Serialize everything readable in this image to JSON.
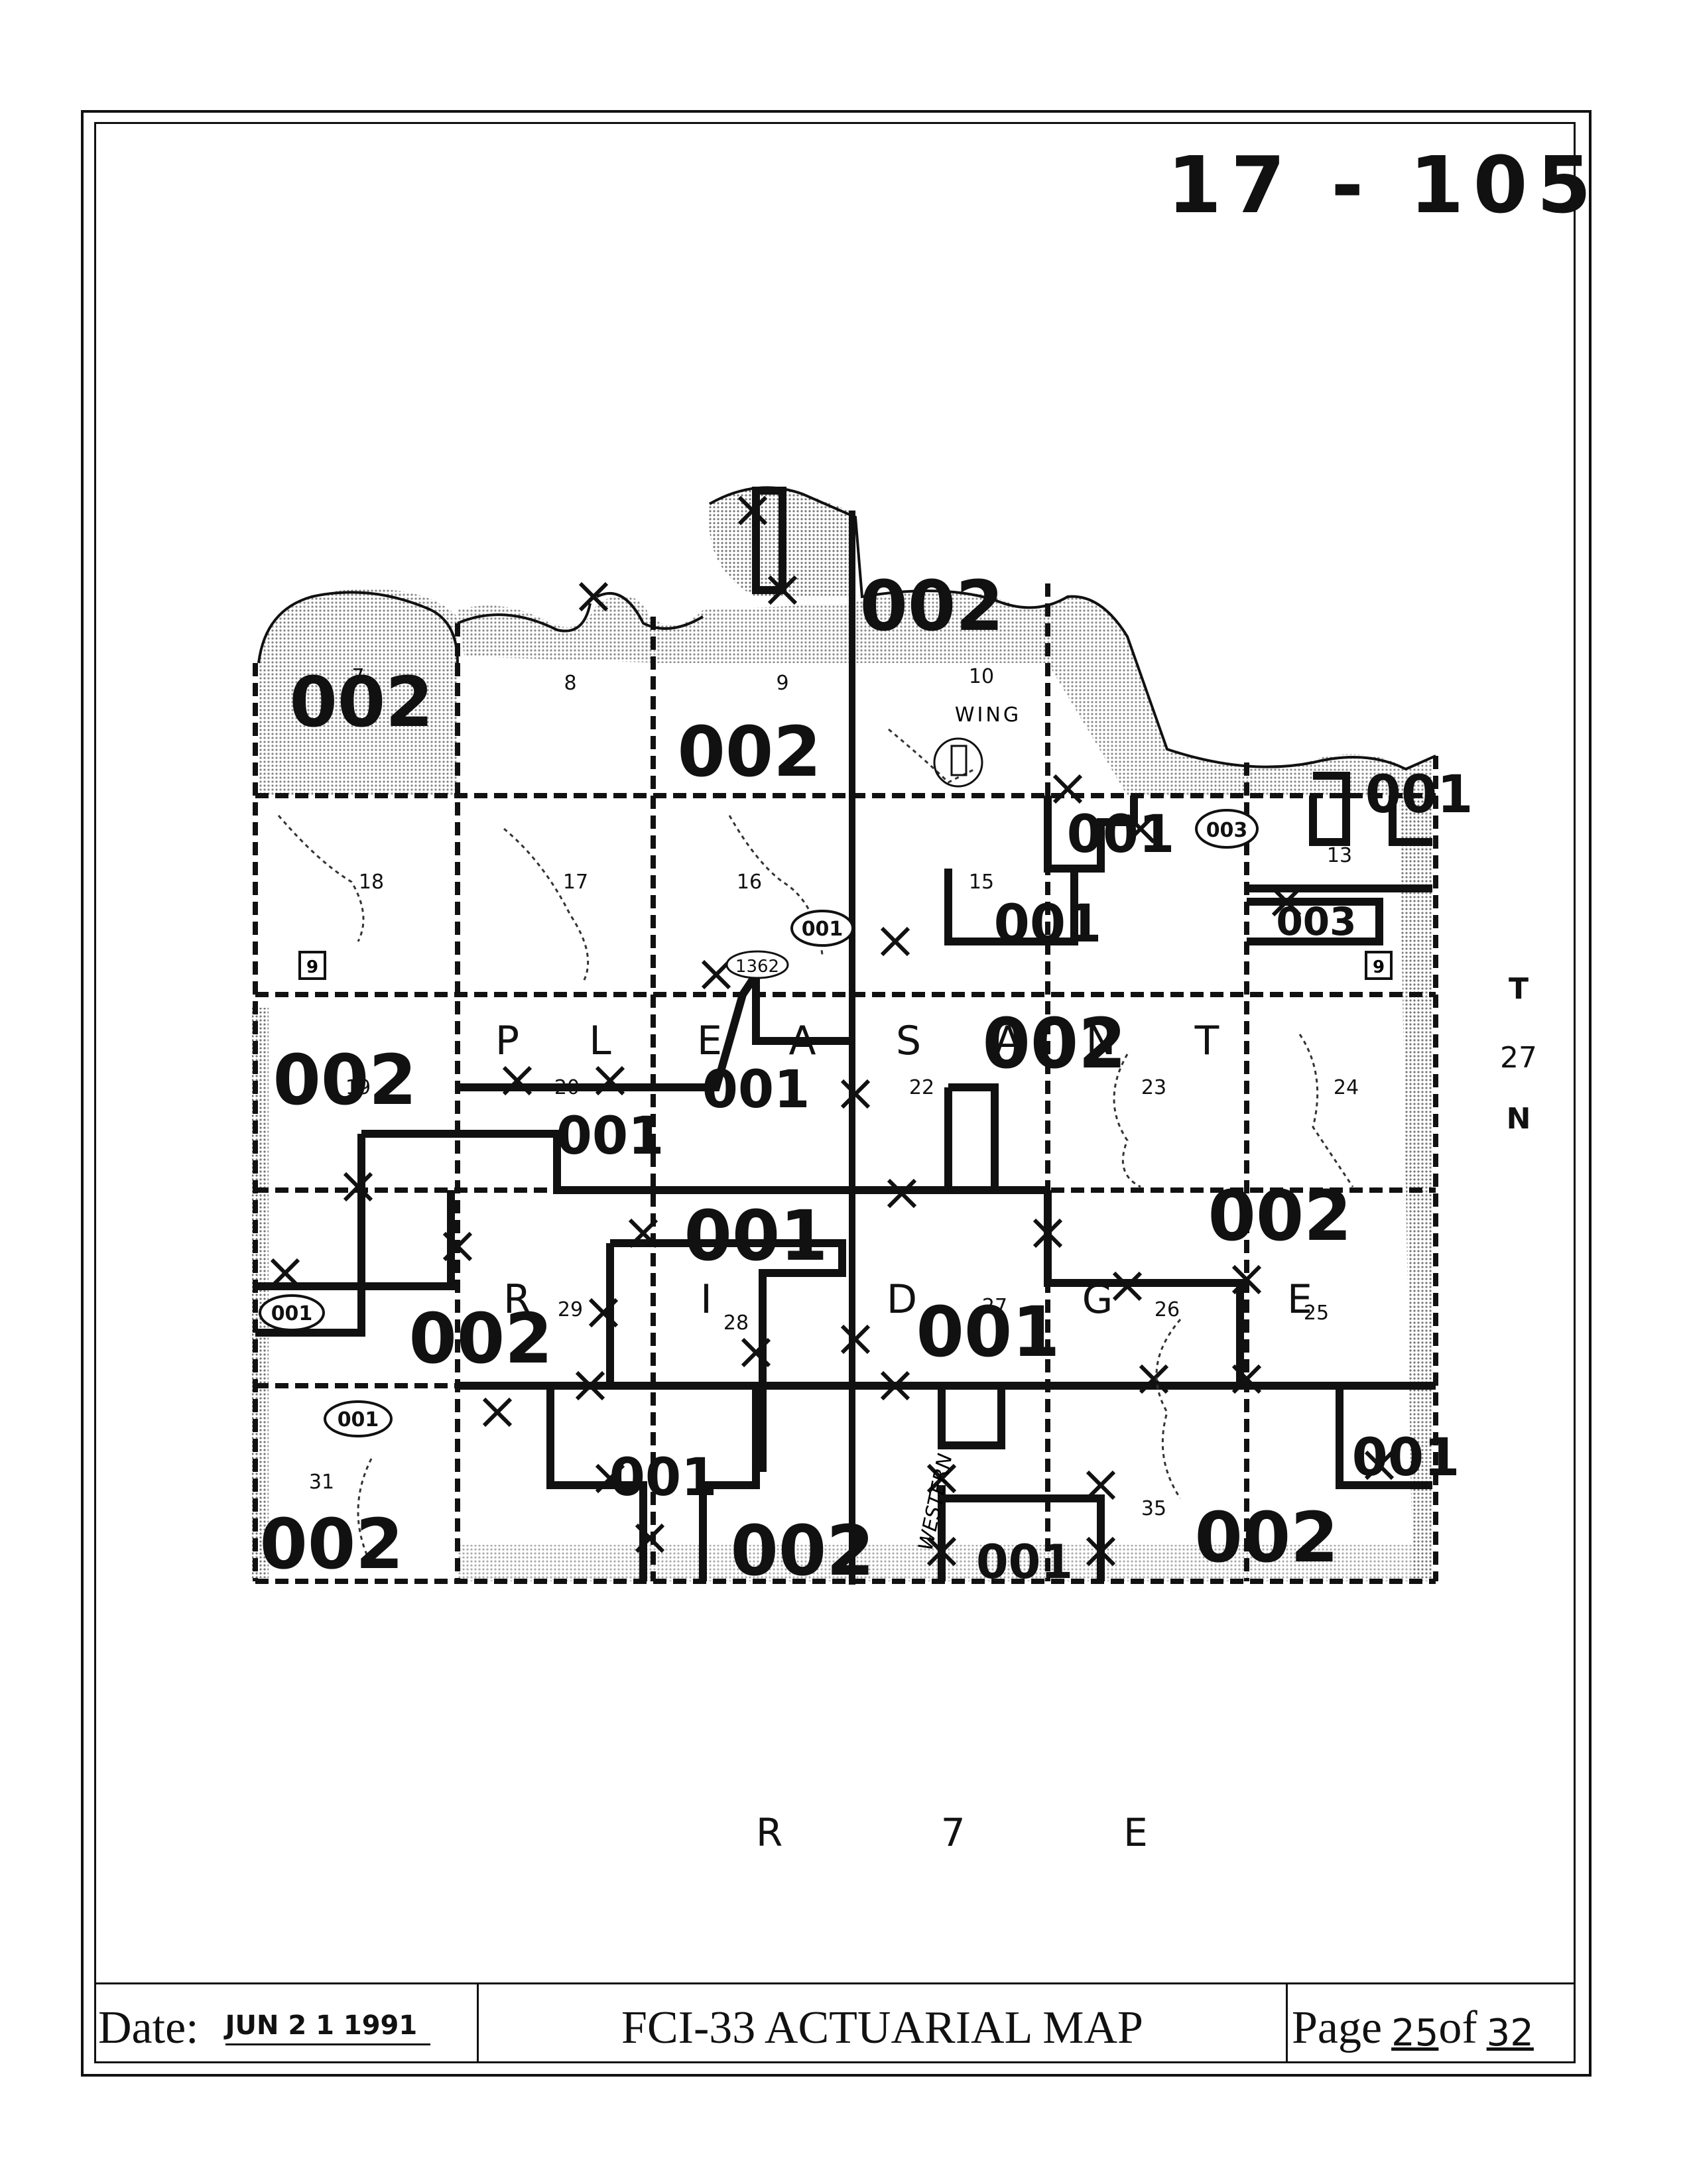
{
  "map_id": "17 - 105",
  "range_label": "R 7 E",
  "township": {
    "t": "T",
    "num": "27",
    "dir": "N"
  },
  "town_name": "WING",
  "highway_shields": [
    "9",
    "9"
  ],
  "route_oval": "1362",
  "township_name_letters": [
    "P",
    "L",
    "E",
    "A",
    "S",
    "A",
    "N",
    "T"
  ],
  "ridge_letters": [
    "R",
    "I",
    "D",
    "G",
    "E"
  ],
  "road_name": "WESTERN",
  "section_numbers": [
    "7",
    "8",
    "9",
    "10",
    "18",
    "17",
    "16",
    "15",
    "13",
    "19",
    "20",
    "22",
    "23",
    "24",
    "29",
    "28",
    "27",
    "26",
    "25",
    "31",
    "35"
  ],
  "zone_labels": [
    "002",
    "002",
    "002",
    "001",
    "001",
    "001",
    "003",
    "002",
    "001",
    "002",
    "001",
    "001",
    "002",
    "002",
    "001",
    "002",
    "001",
    "002",
    "002",
    "001",
    "001"
  ],
  "circled_labels": [
    "001",
    "001",
    "001",
    "003"
  ],
  "footer": {
    "date_label": "Date:",
    "date_value": "JUN 2 1 1991",
    "title": "FCI-33 ACTUARIAL MAP",
    "page_word": "Page",
    "page_num": "25",
    "of_word": "of",
    "page_total": "32"
  },
  "colors": {
    "ink": "#111111",
    "lake_shade": "#bdbdbd",
    "paper": "#ffffff"
  }
}
